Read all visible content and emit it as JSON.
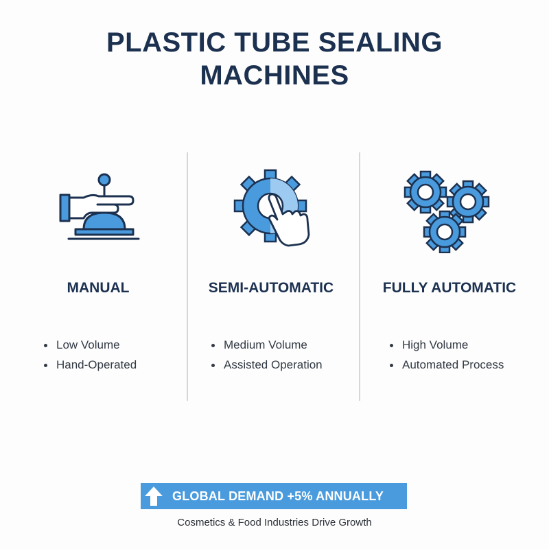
{
  "title": "PLASTIC TUBE SEALING MACHINES",
  "columns": [
    {
      "title": "MANUAL",
      "icon": "hand-press-icon",
      "bullets": [
        "Low Volume",
        "Hand-Operated"
      ]
    },
    {
      "title": "SEMI-AUTOMATIC",
      "icon": "gear-touch-icon",
      "bullets": [
        "Medium Volume",
        "Assisted Operation"
      ]
    },
    {
      "title": "FULLY AUTOMATIC",
      "icon": "three-gears-icon",
      "bullets": [
        "High Volume",
        "Automated Process"
      ]
    }
  ],
  "banner": {
    "text": "GLOBAL DEMAND +5% ANNUALLY",
    "icon": "up-arrow-icon"
  },
  "footer": "Cosmetics & Food Industries Drive Growth",
  "colors": {
    "primary_blue": "#4a9bdd",
    "dark_navy": "#1c3150",
    "light_blue": "#9ccaf0"
  }
}
